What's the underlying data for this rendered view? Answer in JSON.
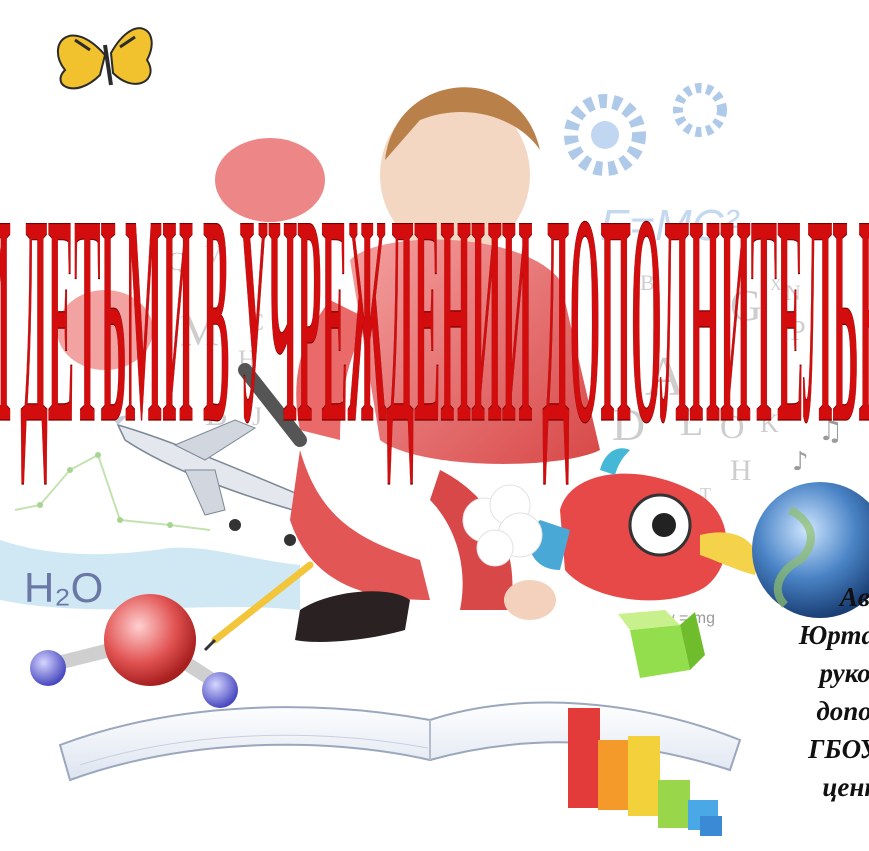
{
  "title": {
    "text": "И ДЕТЬМИ В УЧРЕЖДЕНИИ ДОПОЛНИТЕЛЬНО",
    "color": "#d30d0d"
  },
  "author": {
    "lines": [
      "Авт",
      "Юртаев",
      "руковод",
      "дополни",
      "ГБОУ ДО",
      "центр д"
    ]
  },
  "illustration": {
    "h2o_label": "H₂O",
    "formula": "w = mg",
    "letters": [
      "Q",
      "V",
      "M",
      "C",
      "H",
      "B",
      "J",
      "D",
      "L",
      "O",
      "K",
      "T",
      "H",
      "G",
      "N",
      "X",
      "P",
      "A",
      "B"
    ],
    "icons": [
      "butterfly-icon",
      "airplane-icon",
      "globe-icon",
      "parrot-icon",
      "book-icon",
      "molecule-icon",
      "cube-icon",
      "bar-chart-icon",
      "pencil-icon",
      "music-note-icon",
      "gear-icon"
    ]
  }
}
